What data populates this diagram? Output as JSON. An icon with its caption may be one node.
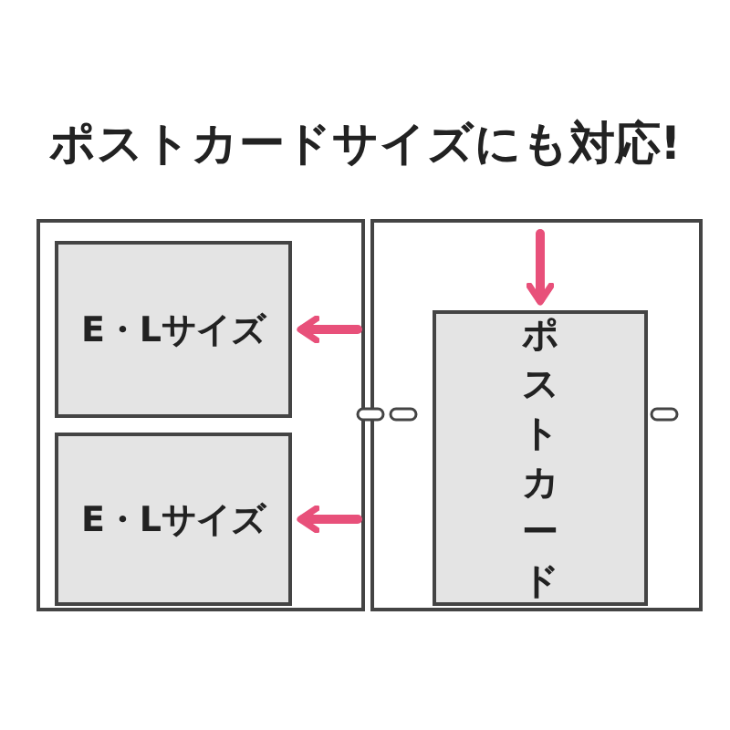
{
  "diagram": {
    "title": "ポストカードサイズにも対応!",
    "nodes": [
      {
        "text": [],
        "shape": "box"
      },
      {
        "text": [
          "E・Lサイズ"
        ],
        "in": 0
      },
      {
        "text": [
          "E・Lサイズ"
        ],
        "in": 0
      },
      {
        "text": [],
        "shape": "box"
      },
      {
        "text": [
          "ポストカード"
        ],
        "in": 3
      }
    ],
    "edges": [
      {
        "from": null,
        "to": 4,
        "arrow": "to"
      },
      {
        "from": null,
        "to": 1,
        "arrow": "to"
      },
      {
        "from": null,
        "to": 2,
        "arrow": "to"
      }
    ]
  }
}
